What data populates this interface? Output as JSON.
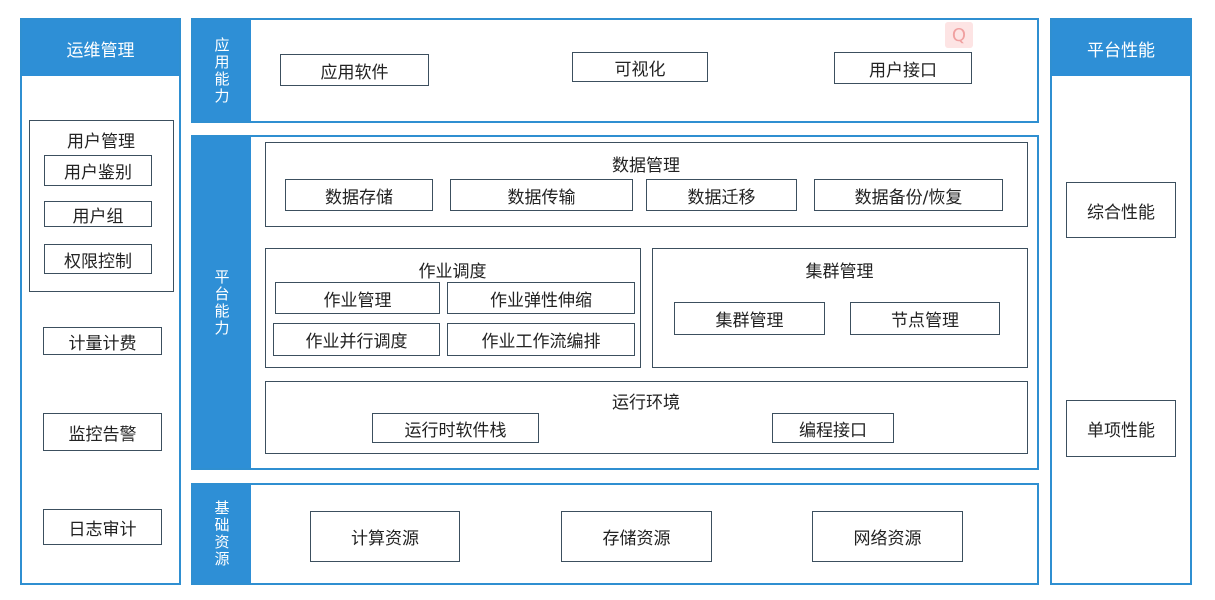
{
  "left": {
    "title": "运维管理",
    "user_mgmt": {
      "title": "用户管理",
      "items": [
        "用户鉴别",
        "用户组",
        "权限控制"
      ]
    },
    "items": [
      "计量计费",
      "监控告警",
      "日志审计"
    ]
  },
  "right": {
    "title": "平台性能",
    "items": [
      "综合性能",
      "单项性能"
    ]
  },
  "app": {
    "label": "应用能力",
    "items": [
      "应用软件",
      "可视化",
      "用户接口"
    ]
  },
  "platform": {
    "label": "平台能力",
    "data_mgmt": {
      "title": "数据管理",
      "items": [
        "数据存储",
        "数据传输",
        "数据迁移",
        "数据备份/恢复"
      ]
    },
    "job_sched": {
      "title": "作业调度",
      "items": [
        "作业管理",
        "作业弹性伸缩",
        "作业并行调度",
        "作业工作流编排"
      ]
    },
    "cluster_mgmt": {
      "title": "集群管理",
      "items": [
        "集群管理",
        "节点管理"
      ]
    },
    "runtime": {
      "title": "运行环境",
      "items": [
        "运行时软件栈",
        "编程接口"
      ]
    }
  },
  "infra": {
    "label": "基础资源",
    "items": [
      "计算资源",
      "存储资源",
      "网络资源"
    ]
  },
  "watermark_glyph": "Q",
  "colors": {
    "accent": "#2e8fd6",
    "border": "#3c4f5e"
  }
}
